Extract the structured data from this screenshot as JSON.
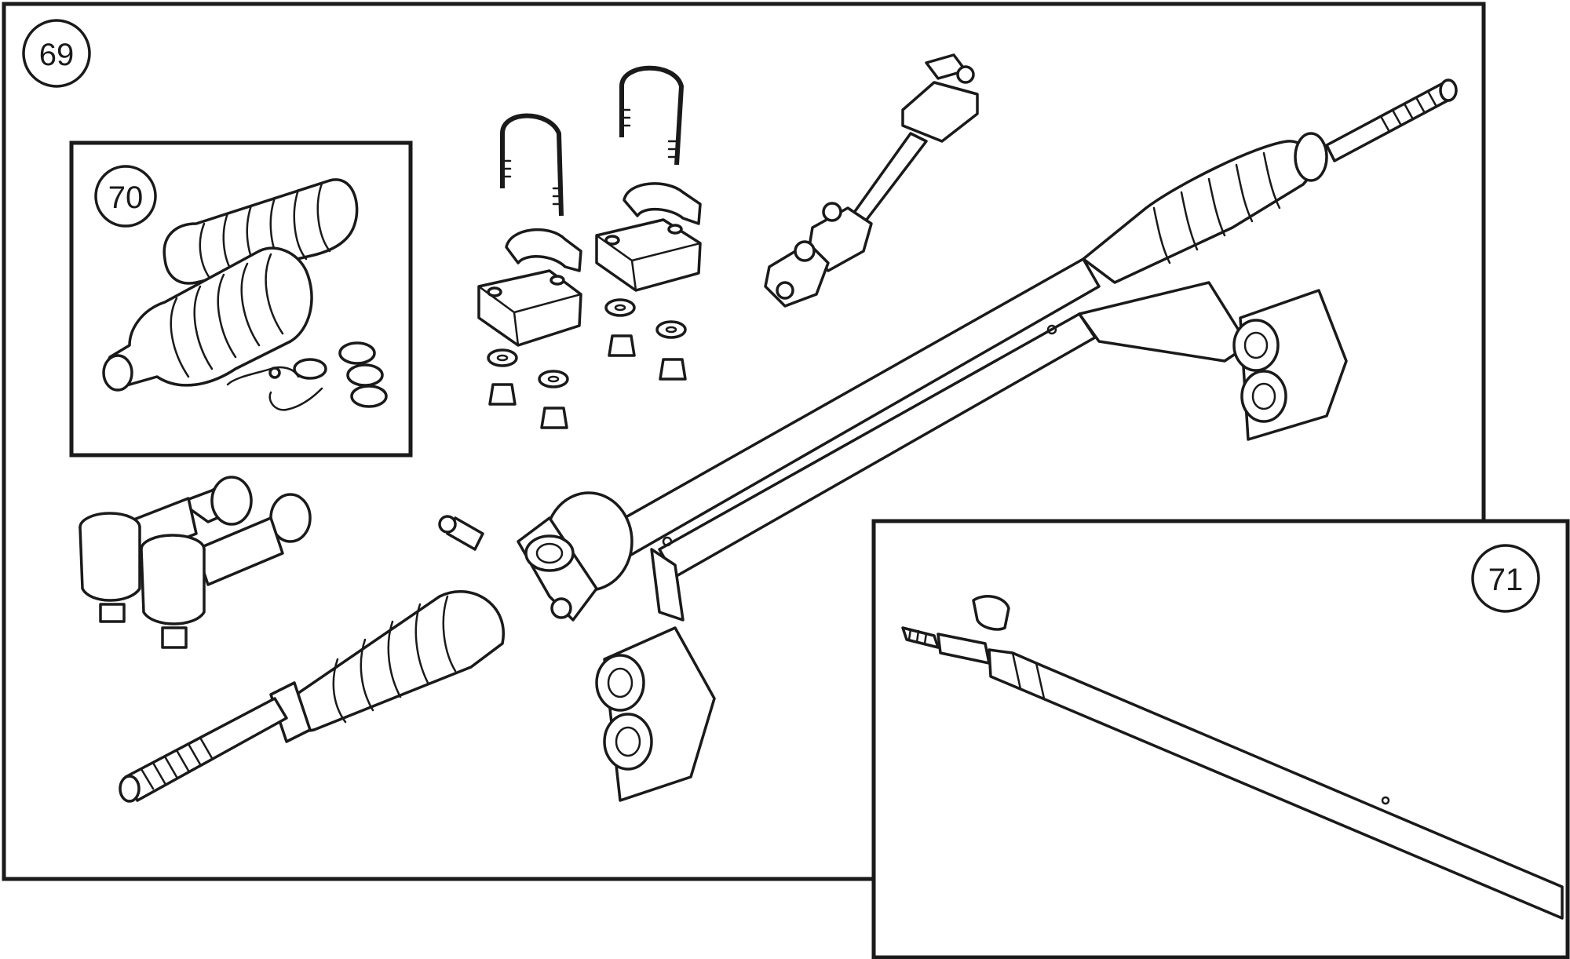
{
  "callouts": {
    "main": "69",
    "boots_kit": "70",
    "rack_variant": "71"
  }
}
